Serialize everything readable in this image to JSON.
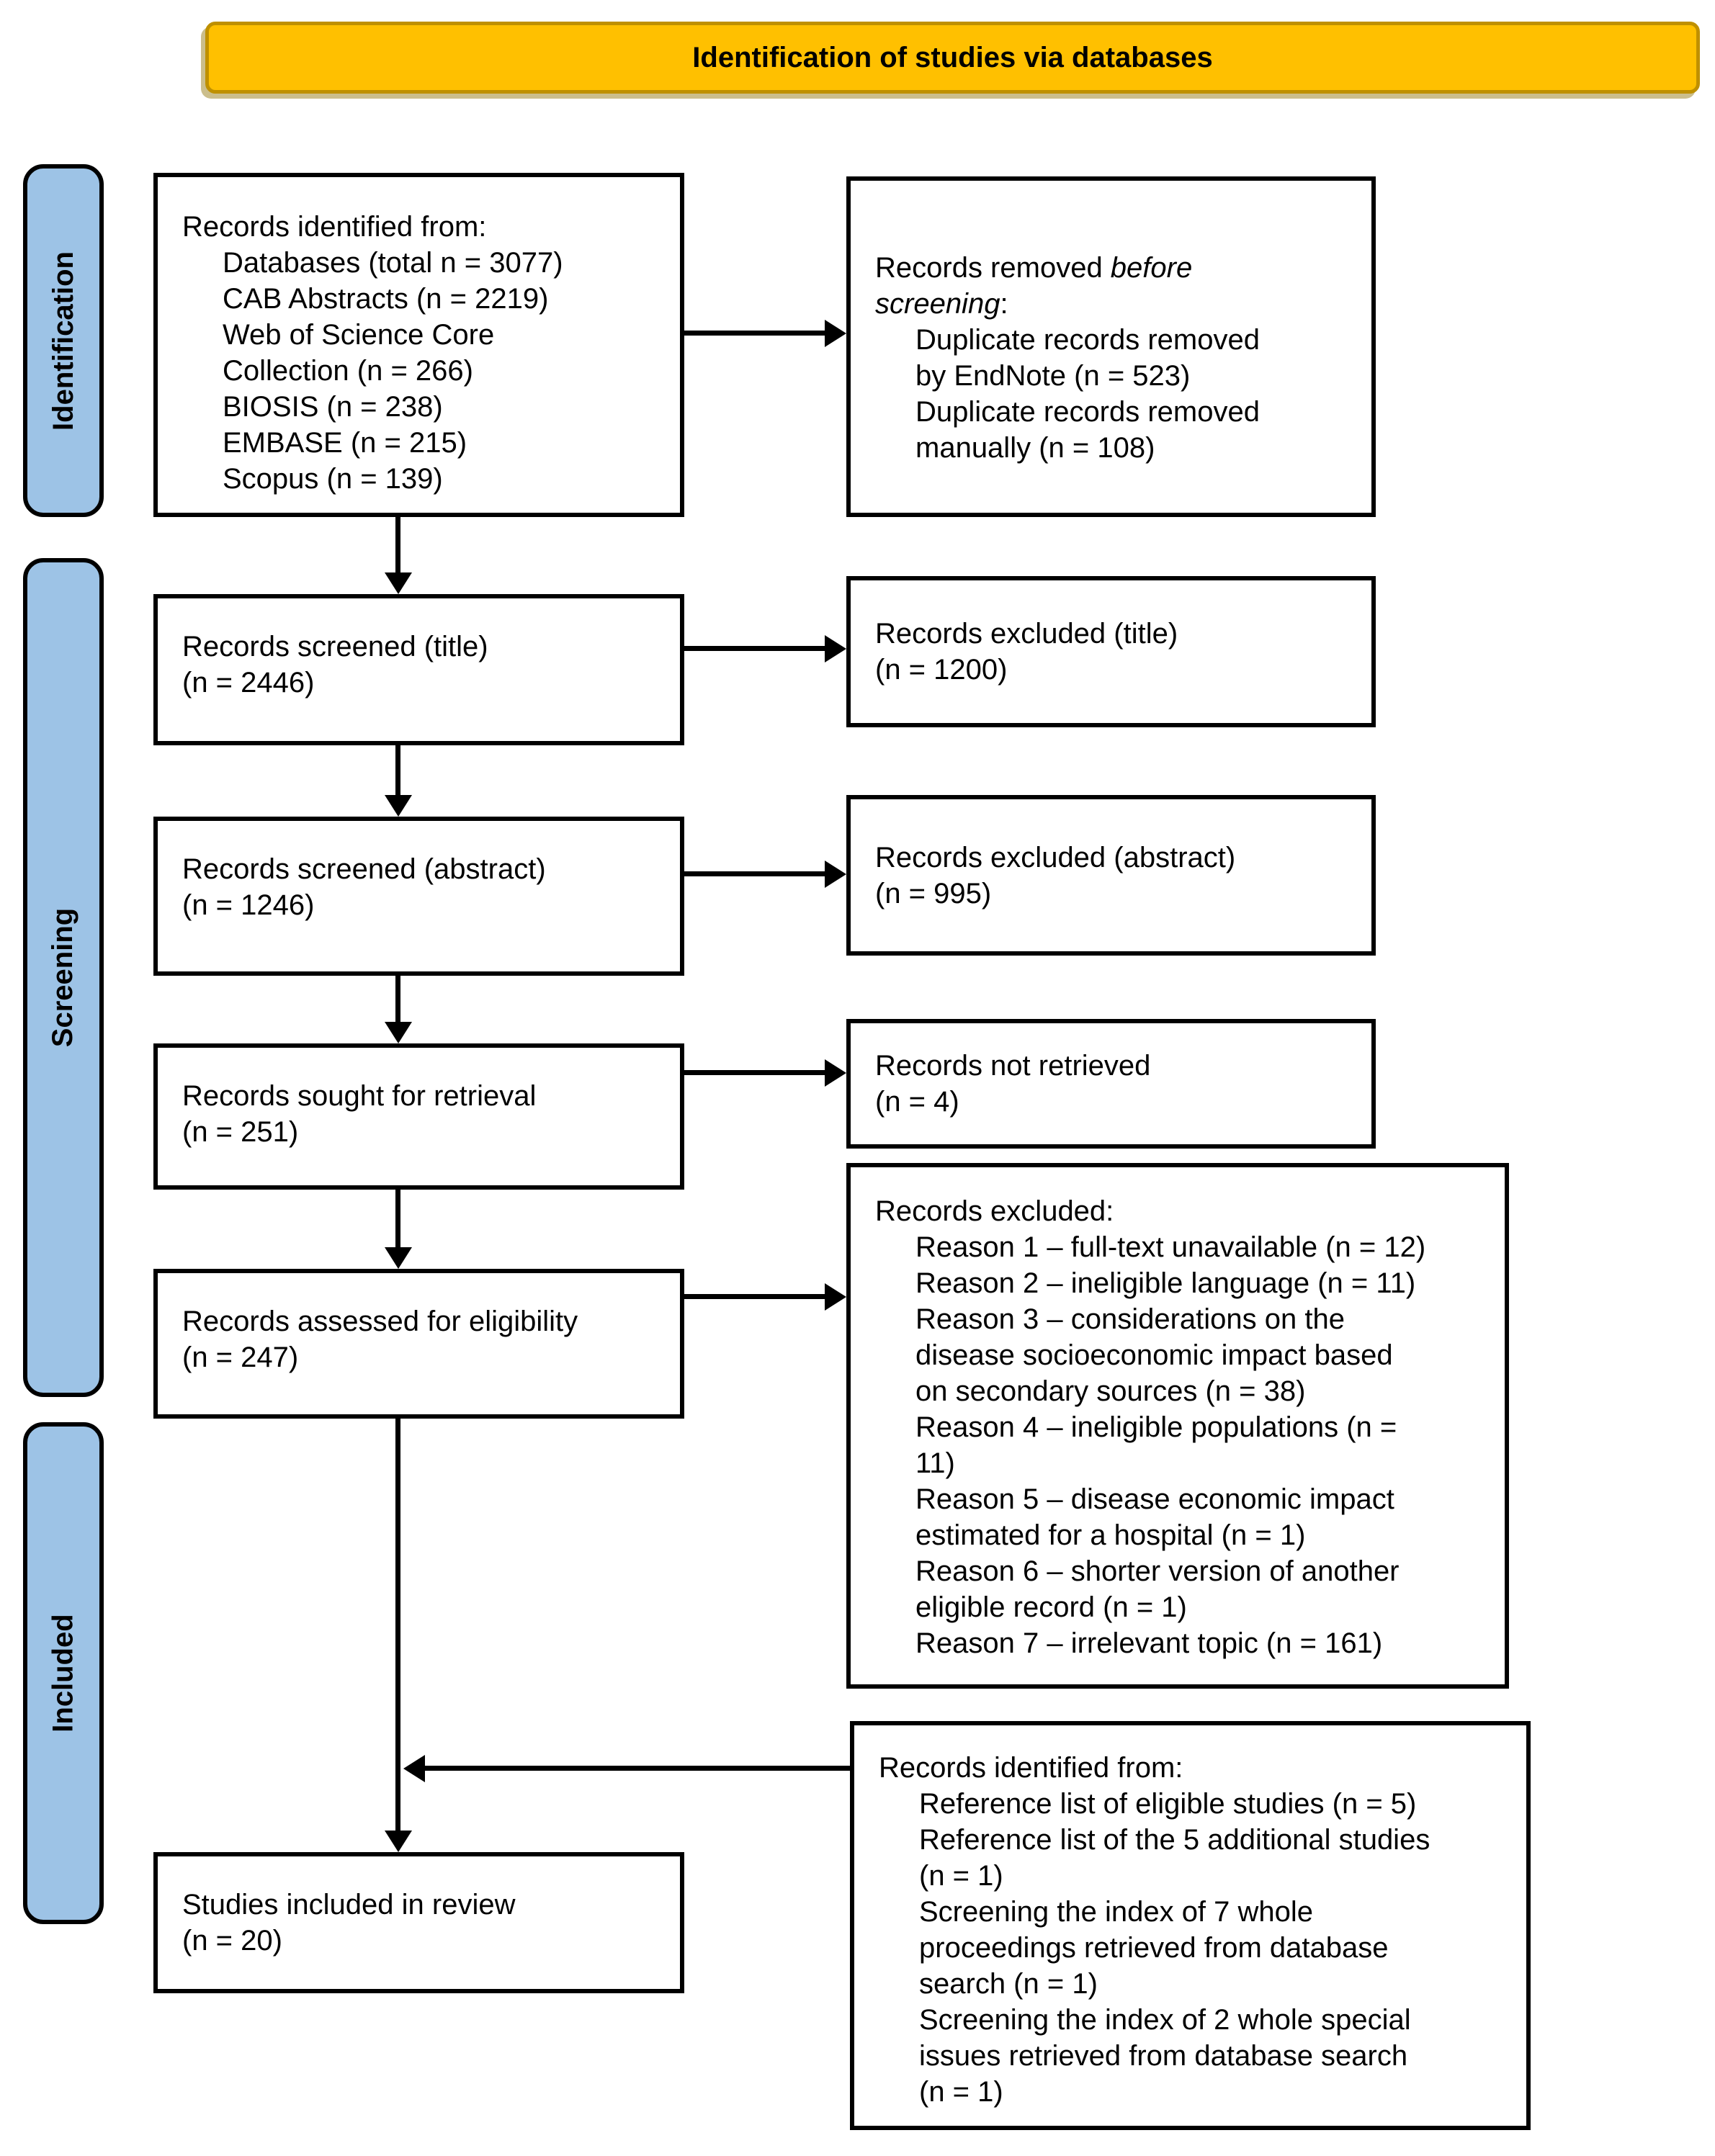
{
  "banner": {
    "title": "Identification of studies via databases",
    "bg": "#FFC000",
    "border": "#BF9000"
  },
  "sidebar": {
    "bg": "#9DC3E6",
    "labels": {
      "identification": "Identification",
      "screening": "Screening",
      "included": "Included"
    }
  },
  "boxes": {
    "identified": {
      "lines": [
        {
          "t": "Records identified from:"
        },
        {
          "t": "Databases (total n = 3077)",
          "ind": 1
        },
        {
          "t": "CAB Abstracts (n = 2219)",
          "ind": 1
        },
        {
          "t": "Web of Science Core",
          "ind": 1
        },
        {
          "t": "Collection (n = 266)",
          "ind": 1
        },
        {
          "t": "BIOSIS (n = 238)",
          "ind": 1
        },
        {
          "t": "EMBASE (n = 215)",
          "ind": 1
        },
        {
          "t": "Scopus (n = 139)",
          "ind": 1
        }
      ]
    },
    "removed_before": {
      "lines": [
        {
          "parts": [
            {
              "t": "Records removed ",
              "i": 0
            },
            {
              "t": "before",
              "i": 1
            }
          ]
        },
        {
          "parts": [
            {
              "t": "screening",
              "i": 1
            },
            {
              "t": ":",
              "i": 0
            }
          ]
        },
        {
          "t": "Duplicate records removed",
          "ind": 1
        },
        {
          "t": "by EndNote (n = 523)",
          "ind": 1
        },
        {
          "t": "Duplicate records removed",
          "ind": 1
        },
        {
          "t": "manually (n = 108)",
          "ind": 1
        }
      ]
    },
    "screened_title": {
      "lines": [
        {
          "t": "Records screened (title)"
        },
        {
          "t": "(n = 2446)"
        }
      ]
    },
    "excluded_title": {
      "lines": [
        {
          "t": "Records excluded (title)"
        },
        {
          "t": "(n = 1200)"
        }
      ]
    },
    "screened_abstract": {
      "lines": [
        {
          "t": "Records screened (abstract)"
        },
        {
          "t": "(n = 1246)"
        }
      ]
    },
    "excluded_abstract": {
      "lines": [
        {
          "t": "Records excluded (abstract)"
        },
        {
          "t": "(n = 995)"
        }
      ]
    },
    "sought_retrieval": {
      "lines": [
        {
          "t": "Records sought for retrieval"
        },
        {
          "t": "(n = 251)"
        }
      ]
    },
    "not_retrieved": {
      "lines": [
        {
          "t": "Records not retrieved"
        },
        {
          "t": "(n = 4)"
        }
      ]
    },
    "excluded_reasons": {
      "lines": [
        {
          "t": "Records excluded:"
        },
        {
          "t": "Reason 1 – full-text unavailable (n = 12)",
          "ind": 1
        },
        {
          "t": "Reason 2 – ineligible language (n = 11)",
          "ind": 1
        },
        {
          "t": "Reason 3 – considerations on the",
          "ind": 1
        },
        {
          "t": "disease socioeconomic impact based",
          "ind": 1
        },
        {
          "t": "on secondary sources (n = 38)",
          "ind": 1
        },
        {
          "t": "Reason 4 – ineligible populations (n =",
          "ind": 1
        },
        {
          "t": "11)",
          "ind": 1
        },
        {
          "t": "Reason 5 – disease economic impact",
          "ind": 1
        },
        {
          "t": "estimated for a hospital (n = 1)",
          "ind": 1
        },
        {
          "t": "Reason 6 – shorter version of another",
          "ind": 1
        },
        {
          "t": "eligible record (n = 1)",
          "ind": 1
        },
        {
          "t": "Reason 7 – irrelevant topic (n = 161)",
          "ind": 1
        }
      ]
    },
    "assessed": {
      "lines": [
        {
          "t": "Records assessed for eligibility"
        },
        {
          "t": "(n = 247)"
        }
      ]
    },
    "included_review": {
      "lines": [
        {
          "t": "Studies included in review"
        },
        {
          "t": "(n = 20)"
        }
      ]
    },
    "refs_identified": {
      "lines": [
        {
          "t": "Records identified from:"
        },
        {
          "t": "Reference list of eligible studies (n = 5)",
          "ind": 1
        },
        {
          "t": "Reference list of the 5 additional studies",
          "ind": 1
        },
        {
          "t": "(n = 1)",
          "ind": 1
        },
        {
          "t": "Screening the index of 7 whole",
          "ind": 1
        },
        {
          "t": "proceedings retrieved from database",
          "ind": 1
        },
        {
          "t": "search (n = 1)",
          "ind": 1
        },
        {
          "t": "Screening the index of 2 whole special",
          "ind": 1
        },
        {
          "t": "issues retrieved from database search",
          "ind": 1
        },
        {
          "t": "(n = 1)",
          "ind": 1
        }
      ]
    }
  }
}
